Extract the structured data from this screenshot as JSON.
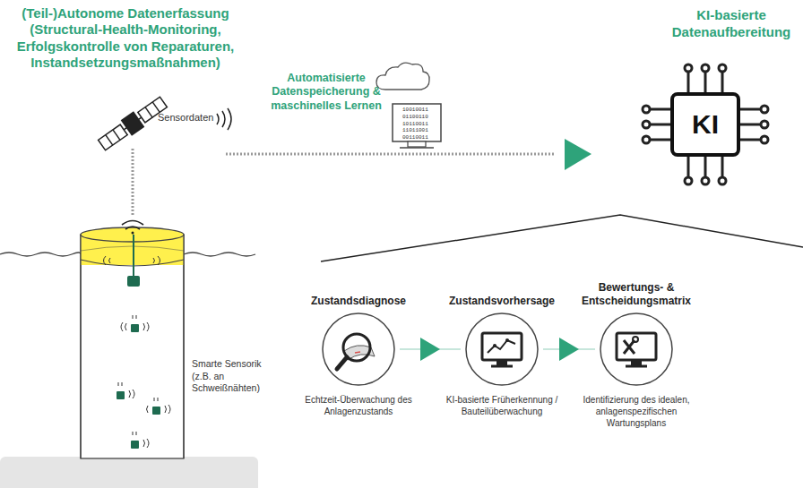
{
  "diagram": {
    "nodes": [
      {
        "text": [
          "KI"
        ]
      },
      {
        "text": [
          "Zustandsdiagnose",
          "Echtzeit-Überwachung des Anlagenzustands"
        ]
      },
      {
        "text": [
          "Zustandsvorhersage",
          "KI-basierte Früherkennung / Bauteilüberwachung"
        ]
      },
      {
        "text": [
          "Bewertungs- & Entscheidungsmatrix",
          "Identifizierung des idealen, anlagenspezifischen Wartungsplans"
        ]
      }
    ],
    "edges": [
      {
        "from": 1,
        "to": 2,
        "arrow": "to"
      },
      {
        "from": 2,
        "to": 3,
        "arrow": "to"
      }
    ],
    "labels": [
      "(Teil-)Autonome Datenerfassung (Structural-Health-Monitoring, Erfolgskontrolle von Reparaturen, Instandsetzungsmaßnahmen)",
      "Sensordaten",
      "Automatisierte Datenspeicherung & maschinelles Lernen",
      "KI-basierte Datenaufbereitung",
      "10010011 01100110 10110011 11011001 00110011",
      "Smarte Sensorik (z.B. an Schweißnähten)",
      "$"
    ]
  }
}
